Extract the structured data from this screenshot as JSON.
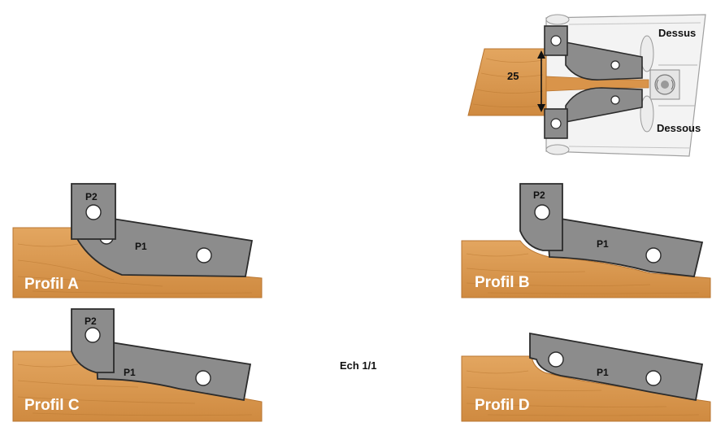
{
  "top": {
    "dimension": "25",
    "label_top": "Dessus",
    "label_bottom": "Dessous"
  },
  "scale": "Ech 1/1",
  "profiles": [
    {
      "label": "Profil A",
      "main_knife": "P1",
      "limiter": "P2"
    },
    {
      "label": "Profil B",
      "main_knife": "P1",
      "limiter": "P2"
    },
    {
      "label": "Profil C",
      "main_knife": "P1",
      "limiter": "P2"
    },
    {
      "label": "Profil D",
      "main_knife": "P1"
    }
  ],
  "colors": {
    "wood": "#dd9a4f",
    "wood_dark": "#c27d36",
    "knife": "#8c8c8c",
    "knife_stroke": "#2b2b2b",
    "holder": "#f2f2f2",
    "holder_stroke": "#9a9a9a"
  }
}
